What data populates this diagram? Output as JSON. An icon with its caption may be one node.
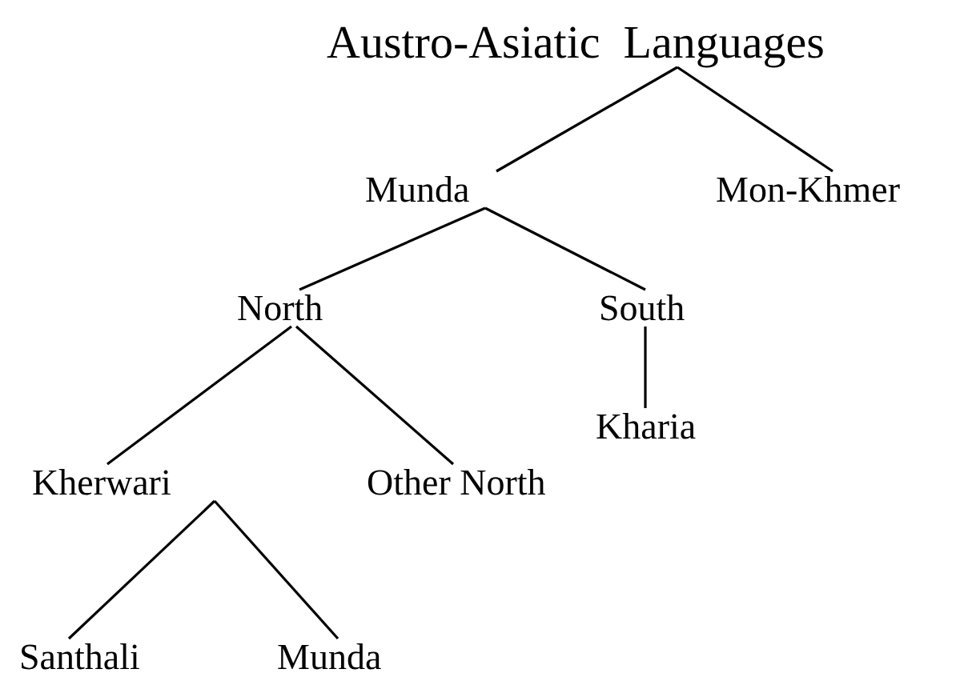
{
  "diagram": {
    "nodes": [
      {
        "text": [
          "Austro-Asiatic  Languages"
        ]
      },
      {
        "text": [
          "Munda"
        ]
      },
      {
        "text": [
          "Mon-Khmer"
        ]
      },
      {
        "text": [
          "North"
        ]
      },
      {
        "text": [
          "South"
        ]
      },
      {
        "text": [
          "Kharia"
        ]
      },
      {
        "text": [
          "Kherwari"
        ]
      },
      {
        "text": [
          "Other North"
        ]
      },
      {
        "text": [
          "Santhali"
        ]
      },
      {
        "text": [
          "Munda"
        ]
      }
    ],
    "edges": [
      {
        "from": 0,
        "to": 1,
        "arrow": "none"
      },
      {
        "from": 0,
        "to": 2,
        "arrow": "none"
      },
      {
        "from": 1,
        "to": 3,
        "arrow": "none"
      },
      {
        "from": 1,
        "to": 4,
        "arrow": "none"
      },
      {
        "from": 4,
        "to": 5,
        "arrow": "none"
      },
      {
        "from": 3,
        "to": 6,
        "arrow": "none"
      },
      {
        "from": 3,
        "to": 7,
        "arrow": "none"
      },
      {
        "from": 6,
        "to": 8,
        "arrow": "none"
      },
      {
        "from": 6,
        "to": 9,
        "arrow": "none"
      }
    ]
  }
}
